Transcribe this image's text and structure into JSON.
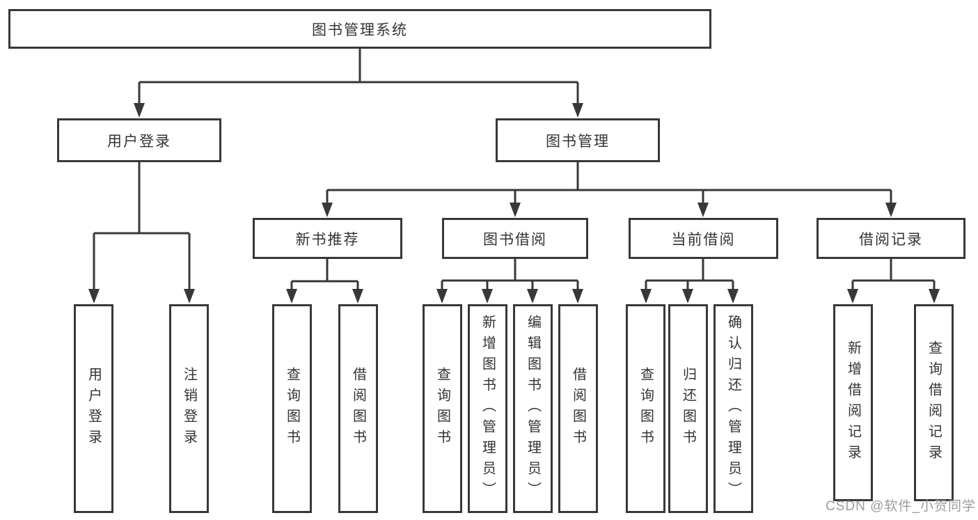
{
  "diagram": {
    "root": "图书管理系统",
    "branches": [
      {
        "label": "用户登录",
        "leaves": [
          "用户登录",
          "注销登录"
        ]
      },
      {
        "label": "图书管理",
        "sections": [
          {
            "label": "新书推荐",
            "leaves": [
              "查询图书",
              "借阅图书"
            ]
          },
          {
            "label": "图书借阅",
            "leaves": [
              "查询图书",
              "新增图书（管理员）",
              "编辑图书（管理员）",
              "借阅图书"
            ]
          },
          {
            "label": "当前借阅",
            "leaves": [
              "查询图书",
              "归还图书",
              "确认归还（管理员）"
            ]
          },
          {
            "label": "借阅记录",
            "leaves": [
              "新增借阅记录",
              "查询借阅记录"
            ]
          }
        ]
      }
    ]
  },
  "watermark": "CSDN @软件_小贺同学",
  "colors": {
    "line": "#383838",
    "box_border": "#383838",
    "text": "#333333",
    "watermark_text": "#9c9c9c",
    "background": "#ffffff"
  }
}
